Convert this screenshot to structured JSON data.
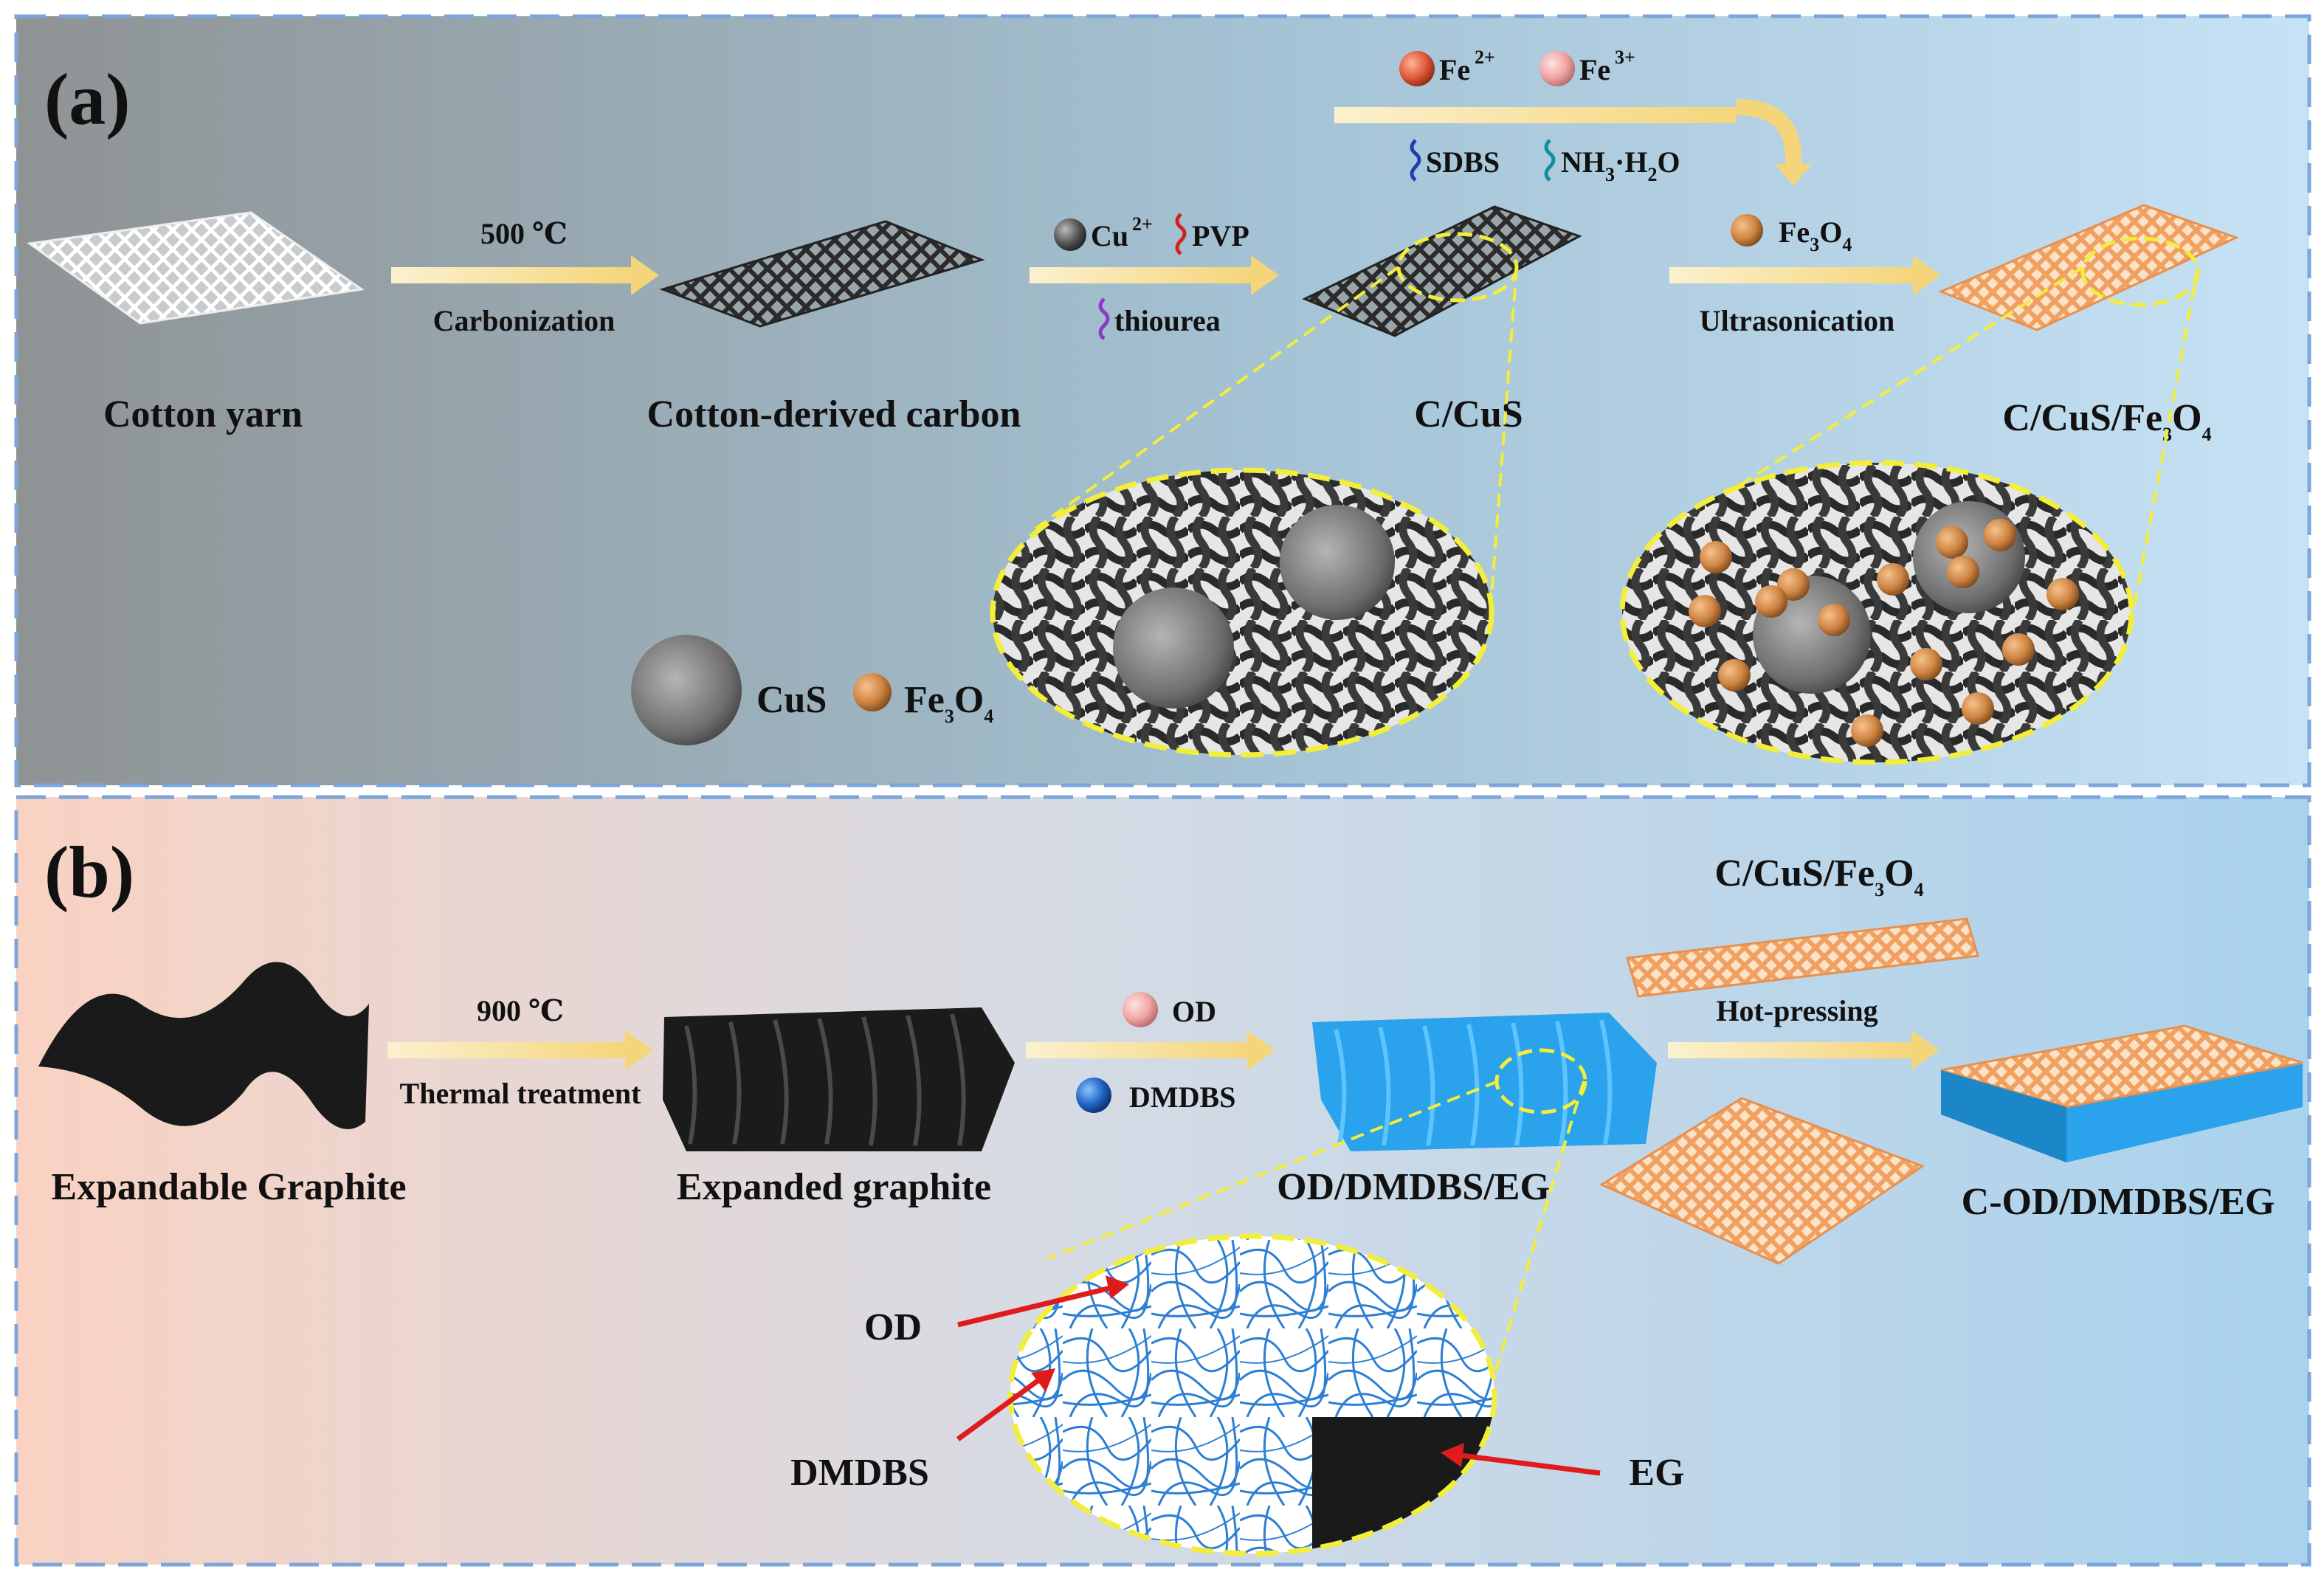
{
  "panel_a": {
    "label": "(a)",
    "stages": [
      {
        "label": "Cotton yarn"
      },
      {
        "label": "Cotton-derived carbon"
      },
      {
        "label": "C/CuS"
      },
      {
        "label_parts": [
          "C/CuS/Fe",
          "3",
          "O",
          "4"
        ]
      }
    ],
    "step1": {
      "top": "500 ℃",
      "bottom": "Carbonization"
    },
    "step2": {
      "cu": "Cu",
      "cu_charge": "2+",
      "pvp": "PVP",
      "thiourea": "thiourea"
    },
    "fe_additions": {
      "fe2": "Fe",
      "fe2_charge": "2+",
      "fe3": "Fe",
      "fe3_charge": "3+",
      "sdbs": "SDBS",
      "nh3_parts": [
        "NH",
        "3",
        "·H",
        "2",
        "O"
      ]
    },
    "step3": {
      "fe3o4_parts": [
        "Fe",
        "3",
        "O",
        "4"
      ],
      "bottom": "Ultrasonication"
    },
    "legend": {
      "cus": "CuS",
      "fe3o4_parts": [
        "Fe",
        "3",
        "O",
        "4"
      ]
    }
  },
  "panel_b": {
    "label": "(b)",
    "stages": [
      {
        "label": "Expandable Graphite"
      },
      {
        "label": "Expanded graphite"
      },
      {
        "label": "OD/DMDBS/EG"
      },
      {
        "label": "C-OD/DMDBS/EG"
      }
    ],
    "step1": {
      "top": "900 ℃",
      "bottom": "Thermal treatment"
    },
    "step2": {
      "od": "OD",
      "dmdbs": "DMDBS"
    },
    "step3": {
      "top_parts": [
        "C/CuS/Fe",
        "3",
        "O",
        "4"
      ],
      "label": "Hot-pressing"
    },
    "zoom_labels": {
      "od": "OD",
      "dmdbs": "DMDBS",
      "eg": "EG"
    }
  },
  "colors": {
    "panel_a_gradient": [
      "#8f9394",
      "#a4c3d5",
      "#c6e2f4"
    ],
    "panel_b_gradient": [
      "#f9d2c2",
      "#d6dbe4",
      "#a9d2ed"
    ],
    "frame_dash": "#7ba6dc",
    "arrow": "#f7dc8a",
    "zoom_dash": "#f2ee3a",
    "carbon": "#333333",
    "fe3o4": "#d18a45",
    "fe2": "#e0583a",
    "fe3": "#f2a7a7",
    "cu": "#555555",
    "od": "#f0a4a4",
    "dmdbs": "#1f64c4",
    "composite_fabric": "#f0a060",
    "pcm_blue": "#2aa3ec",
    "pointer": "#e01b1b",
    "graphite": "#1a1a1a"
  }
}
